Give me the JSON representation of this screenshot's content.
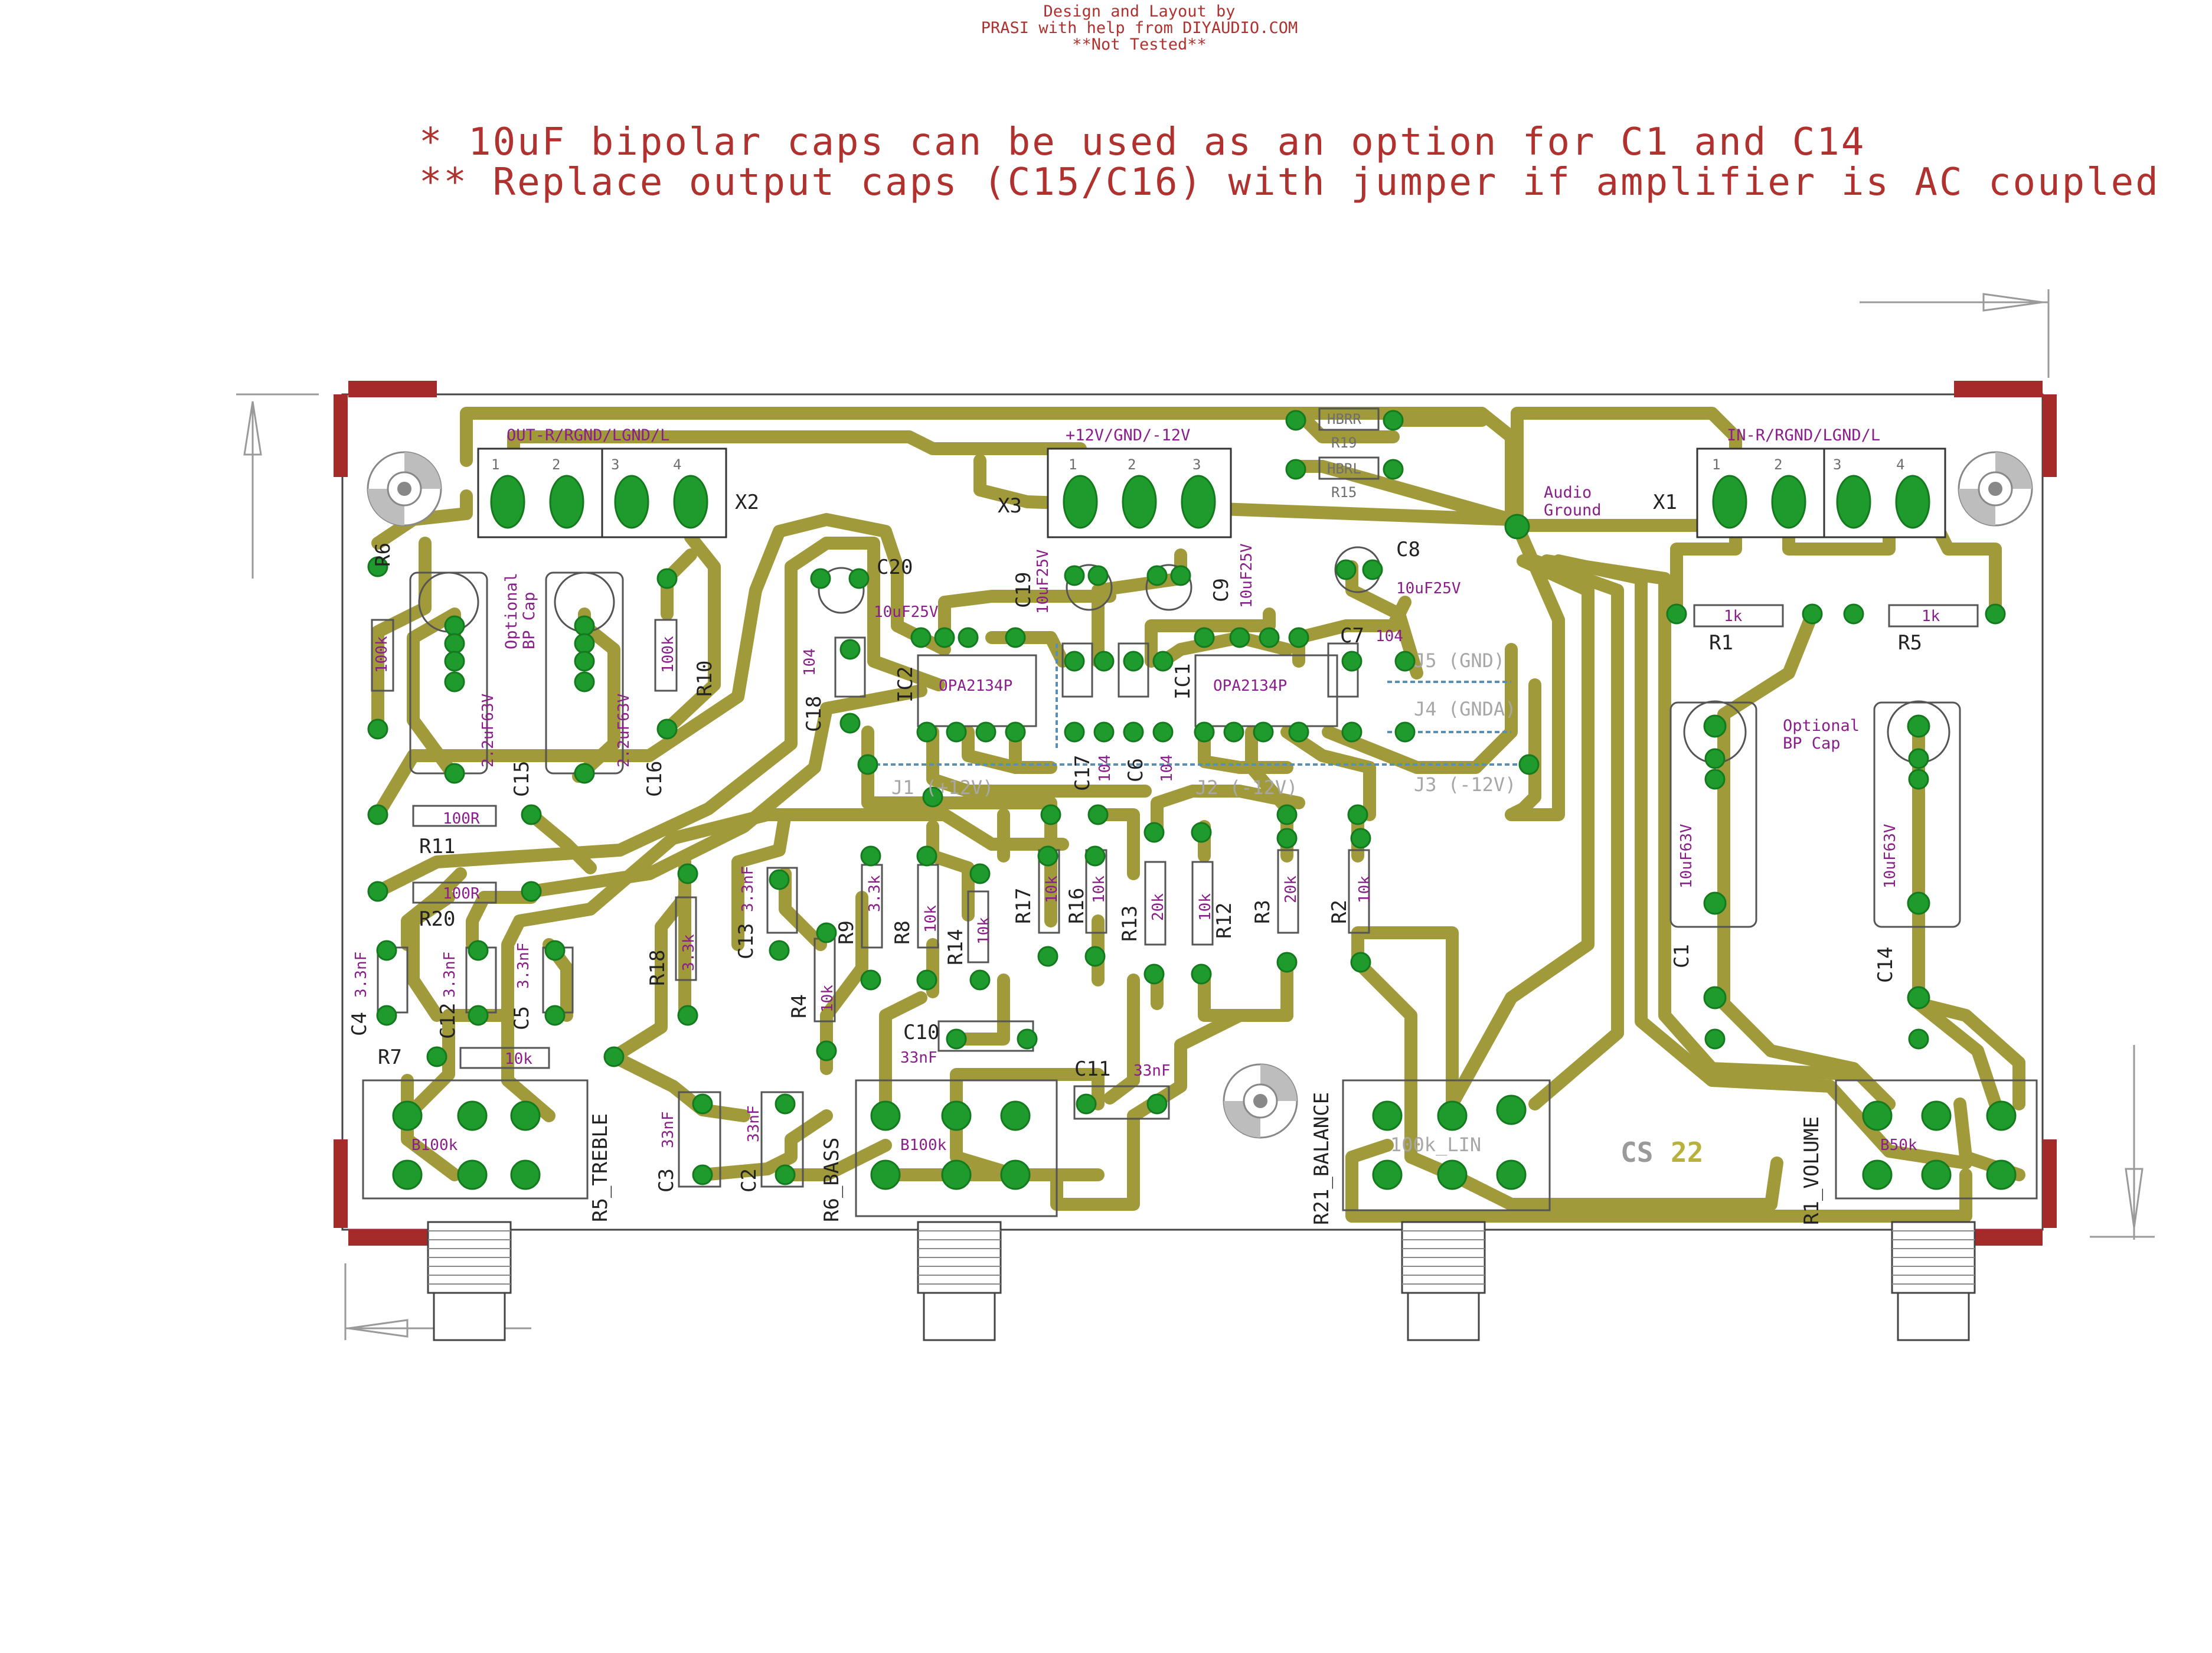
{
  "credits": {
    "line1": "Design and Layout by",
    "line2": "PRASI with help from DIYAUDIO.COM",
    "line3": "**Not Tested**"
  },
  "notes": {
    "line1": "* 10uF bipolar  caps can be used as an option for C1 and C14",
    "line2": "** Replace output caps (C15/C16) with jumper if amplifier is AC coupled"
  },
  "connectors": {
    "out": {
      "label": "OUT-R/RGND/LGND/L",
      "ref": "X2",
      "pins": [
        "1",
        "2",
        "3",
        "4"
      ]
    },
    "power": {
      "label": "+12V/GND/-12V",
      "ref": "X3",
      "pins": [
        "1",
        "2",
        "3"
      ]
    },
    "in": {
      "label": "IN-R/RGND/LGND/L",
      "ref": "X1",
      "pins": [
        "1",
        "2",
        "3",
        "4"
      ]
    }
  },
  "audio_ground": {
    "line1": "Audio",
    "line2": "Ground"
  },
  "ics": [
    {
      "ref": "IC2",
      "part": "OPA2134P"
    },
    {
      "ref": "IC1",
      "part": "OPA2134P"
    }
  ],
  "jumpers": [
    "J1 (+12V)",
    "J2 (-12V)",
    "J3 (-12V)",
    "J4 (GNDA)",
    "J5 (GND)"
  ],
  "pots": [
    {
      "ref": "R5_TREBLE",
      "value": "B100k"
    },
    {
      "ref": "R6_BASS",
      "value": "B100k"
    },
    {
      "ref": "R21_BALANCE",
      "value": "100k_LIN"
    },
    {
      "ref": "R1_VOLUME",
      "value": "B50k"
    }
  ],
  "optional_cap": {
    "line1": "Optional",
    "line2": "BP Cap"
  },
  "board_mark": {
    "cs": "CS",
    "num": "22"
  },
  "parts": {
    "R19": "R19",
    "HBRR": "HBRR",
    "R15": "R15",
    "HBRL": "HBRL",
    "R6": "R6",
    "R6v": "100k",
    "R10": "R10",
    "R10v": "100k",
    "C15": "C15",
    "C15v": "2.2uF63V",
    "C16": "C16",
    "C16v": "2.2uF63V",
    "R11": "R11",
    "R11v": "100R",
    "R20": "R20",
    "R20v": "100R",
    "C20": "C20",
    "C20v": "10uF25V",
    "C18": "C18",
    "C18v": "104",
    "C19": "C19",
    "C19v": "10uF25V",
    "C9": "C9",
    "C9v": "10uF25V",
    "C8": "C8",
    "C8v": "10uF25V",
    "C7": "C7",
    "C7v": "104",
    "C17": "C17",
    "C17v": "104",
    "C6": "C6",
    "C6v": "104",
    "R1": "R1",
    "R1v": "1k",
    "R5": "R5",
    "R5v": "1k",
    "C1": "C1",
    "C1v": "10uF63V",
    "C14": "C14",
    "C14v": "10uF63V",
    "C4": "C4",
    "C4v": "3.3nF",
    "C12": "C12",
    "C12v": "3.3nF",
    "C5": "C5",
    "C5v": "3.3nF",
    "C13": "C13",
    "C13v": "3.3nF",
    "R7": "R7",
    "R7v": "10k",
    "R18": "R18",
    "R18v": "3.3k",
    "R9": "R9",
    "R9v": "3.3k",
    "R4": "R4",
    "R4v": "10k",
    "R8": "R8",
    "R8v": "10k",
    "R14": "R14",
    "R14v": "10k",
    "R17": "R17",
    "R17v": "10k",
    "R16": "R16",
    "R16v": "10k",
    "R13": "R13",
    "R13v": "20k",
    "R12": "R12",
    "R12v": "10k",
    "R3": "R3",
    "R3v": "20k",
    "R2": "R2",
    "R2v": "10k",
    "C10": "C10",
    "C10v": "33nF",
    "C11": "C11",
    "C11v": "33nF",
    "C3": "C3",
    "C3v": "33nF",
    "C2": "C2",
    "C2v": "33nF"
  },
  "colors": {
    "trace": "#a19a3a",
    "pad": "#1f9a2c",
    "pad_hole": "#0d5a12",
    "corner_block": "#a52a2a",
    "note_text": "#b0312e",
    "value_text": "#8a1e8a"
  }
}
